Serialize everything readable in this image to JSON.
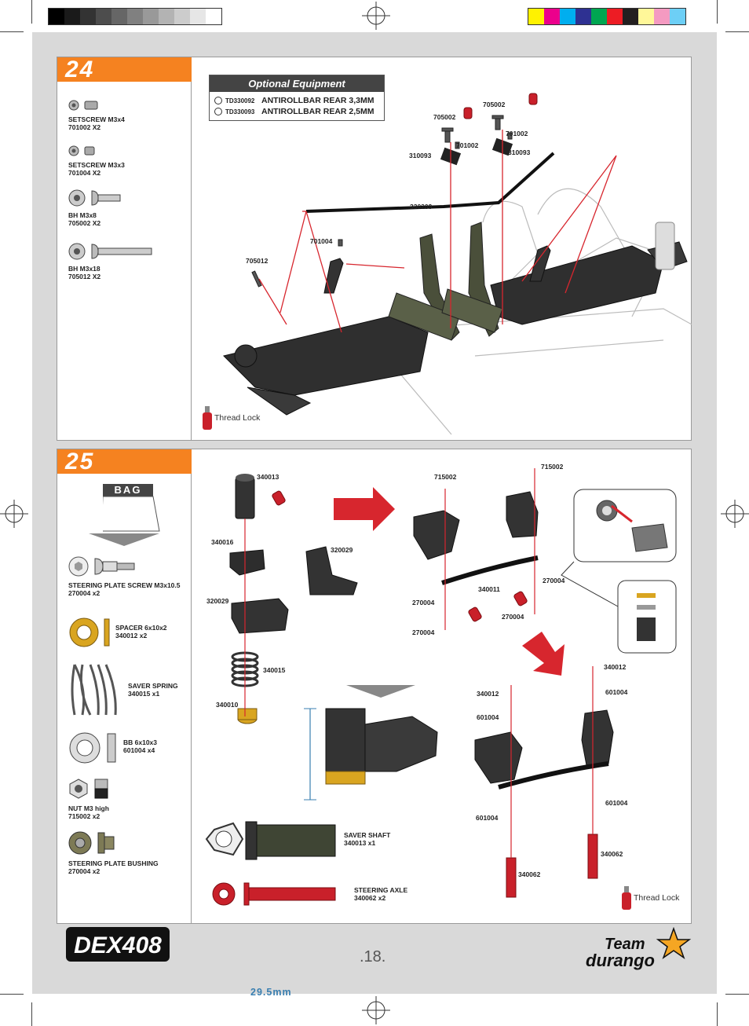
{
  "steps": [
    {
      "number": "24",
      "parts": [
        {
          "name": "SETSCREW  M3x4",
          "spec": "701002  X2"
        },
        {
          "name": "SETSCREW  M3x3",
          "spec": "701004  X2"
        },
        {
          "name": "BH  M3x8",
          "spec": "705002  X2"
        },
        {
          "name": "BH M3x18",
          "spec": "705012  X2"
        }
      ],
      "optional": {
        "title": "Optional Equipment",
        "items": [
          {
            "code": "TD330092",
            "name": "ANTIROLLBAR REAR 3,3MM"
          },
          {
            "code": "TD330093",
            "name": "ANTIROLLBAR REAR 2,5MM"
          }
        ]
      },
      "labels": [
        "705002",
        "705002",
        "701002",
        "701002",
        "310093",
        "310093",
        "330209",
        "701004",
        "705012"
      ],
      "thread_lock": "Thread Lock"
    },
    {
      "number": "25",
      "bag_label": "BAG",
      "parts": [
        {
          "name": "STEERING PLATE SCREW  M3x10.5",
          "spec": "270004  x2"
        },
        {
          "name": "SPACER  6x10x2",
          "spec": "340012  x2"
        },
        {
          "name": "SAVER SPRING",
          "spec": "340015 x1"
        },
        {
          "name": "BB  6x10x3",
          "spec": "601004  x4"
        },
        {
          "name": "NUT M3 high",
          "spec": "715002  x2"
        },
        {
          "name": "STEERING PLATE BUSHING",
          "spec": "270004  x2"
        }
      ],
      "labels": [
        "340013",
        "340016",
        "320029",
        "320029",
        "340015",
        "340010",
        "715002",
        "715002",
        "340011",
        "270004",
        "270004",
        "270004",
        "270004",
        "340012",
        "340012",
        "601004",
        "601004",
        "601004",
        "601004",
        "340062",
        "340062"
      ],
      "dimension": "29.5mm",
      "shaft": {
        "name": "SAVER SHAFT",
        "spec": "340013  x1"
      },
      "axle": {
        "name": "STEERING AXLE",
        "spec": "340062  x2"
      },
      "thread_lock": "Thread Lock"
    }
  ],
  "footer": {
    "page": ".18.",
    "brand_left": "DEX408",
    "brand_right_1": "Team",
    "brand_right_2": "durango"
  },
  "colors": {
    "accent": "#f58220",
    "arrow_red": "#d7262e",
    "anodized": "#4a4f3a"
  }
}
